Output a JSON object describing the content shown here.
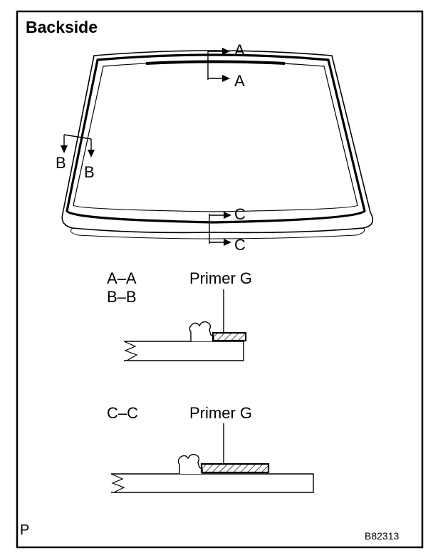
{
  "title": "Backside",
  "section_markers": {
    "a_top": "A",
    "a_bottom": "A",
    "b_left": "B",
    "b_right": "B",
    "c_top": "C",
    "c_bottom": "C"
  },
  "detail_1": {
    "section_line_1": "A–A",
    "section_line_2": "B–B",
    "primer_label": "Primer G"
  },
  "detail_2": {
    "section_label": "C–C",
    "primer_label": "Primer G"
  },
  "footer": {
    "corner_mark": "P",
    "figure_code": "B82313"
  },
  "colors": {
    "line": "#000000",
    "background": "#ffffff"
  }
}
